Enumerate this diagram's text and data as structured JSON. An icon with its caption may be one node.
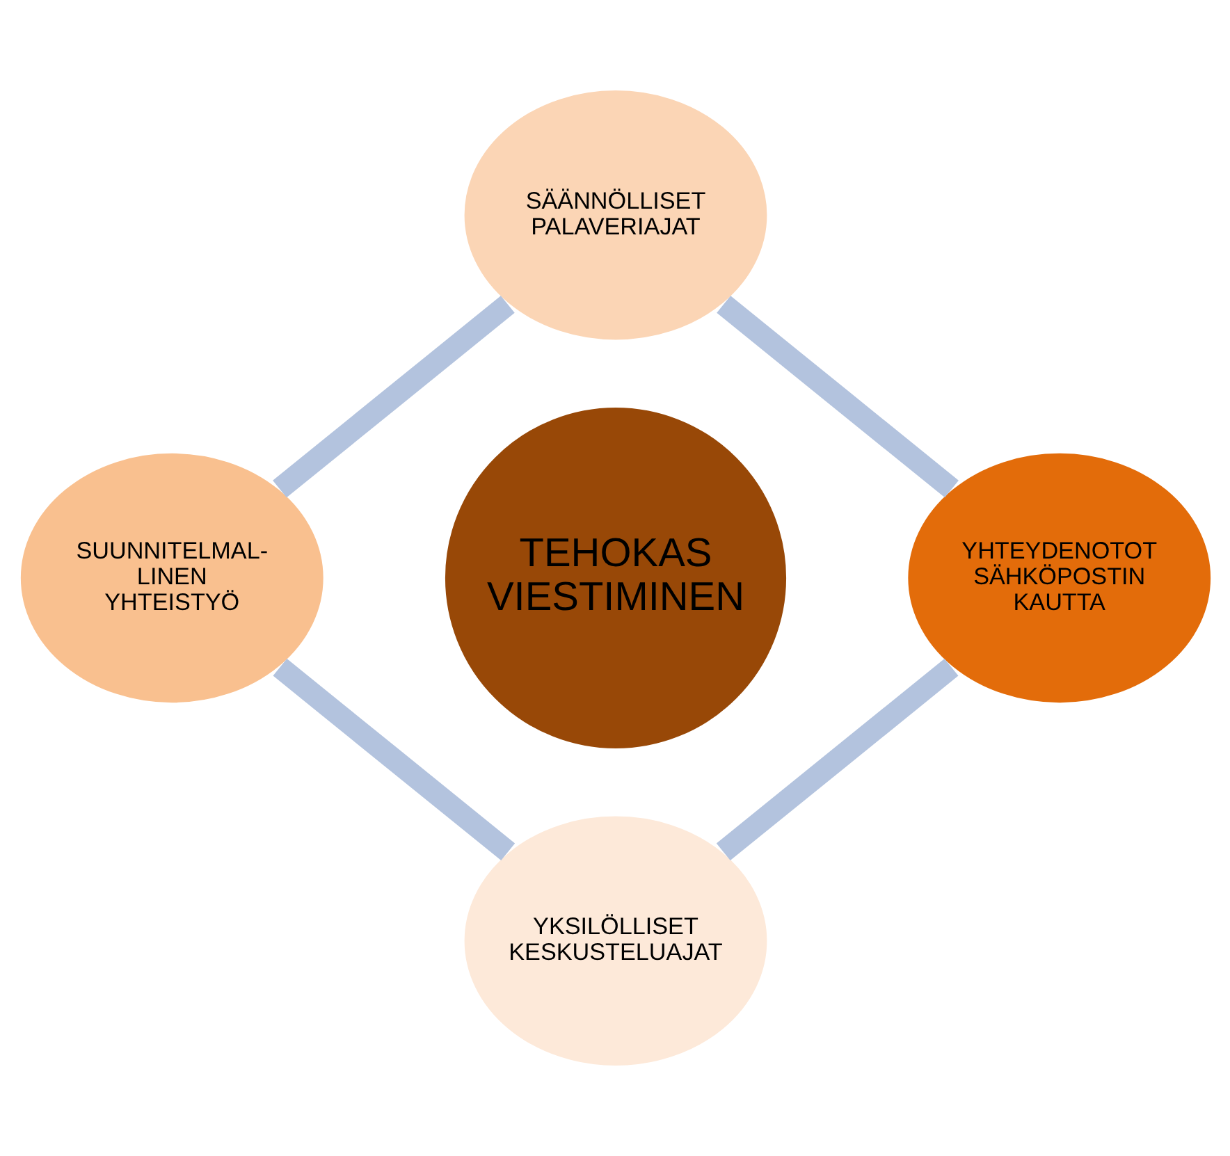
{
  "diagram": {
    "nodes": [
      {
        "text": [
          "SÄÄNNÖLLISET PALAVERIAJAT"
        ]
      },
      {
        "text": [
          "SUUNNITELMAL- LINEN YHTEISTYÖ"
        ]
      },
      {
        "text": [
          "TEHOKAS VIESTIMINEN"
        ]
      },
      {
        "text": [
          "YHTEYDENOTOT SÄHKÖPOSTIN KAUTTA"
        ]
      },
      {
        "text": [
          "YKSILÖLLISET KESKUSTELUAJAT"
        ]
      }
    ],
    "edges": [
      {
        "from": 0,
        "to": 3,
        "arrow": "none"
      },
      {
        "from": 3,
        "to": 4,
        "arrow": "none"
      },
      {
        "from": 4,
        "to": 1,
        "arrow": "none"
      },
      {
        "from": 1,
        "to": 0,
        "arrow": "none"
      }
    ]
  }
}
